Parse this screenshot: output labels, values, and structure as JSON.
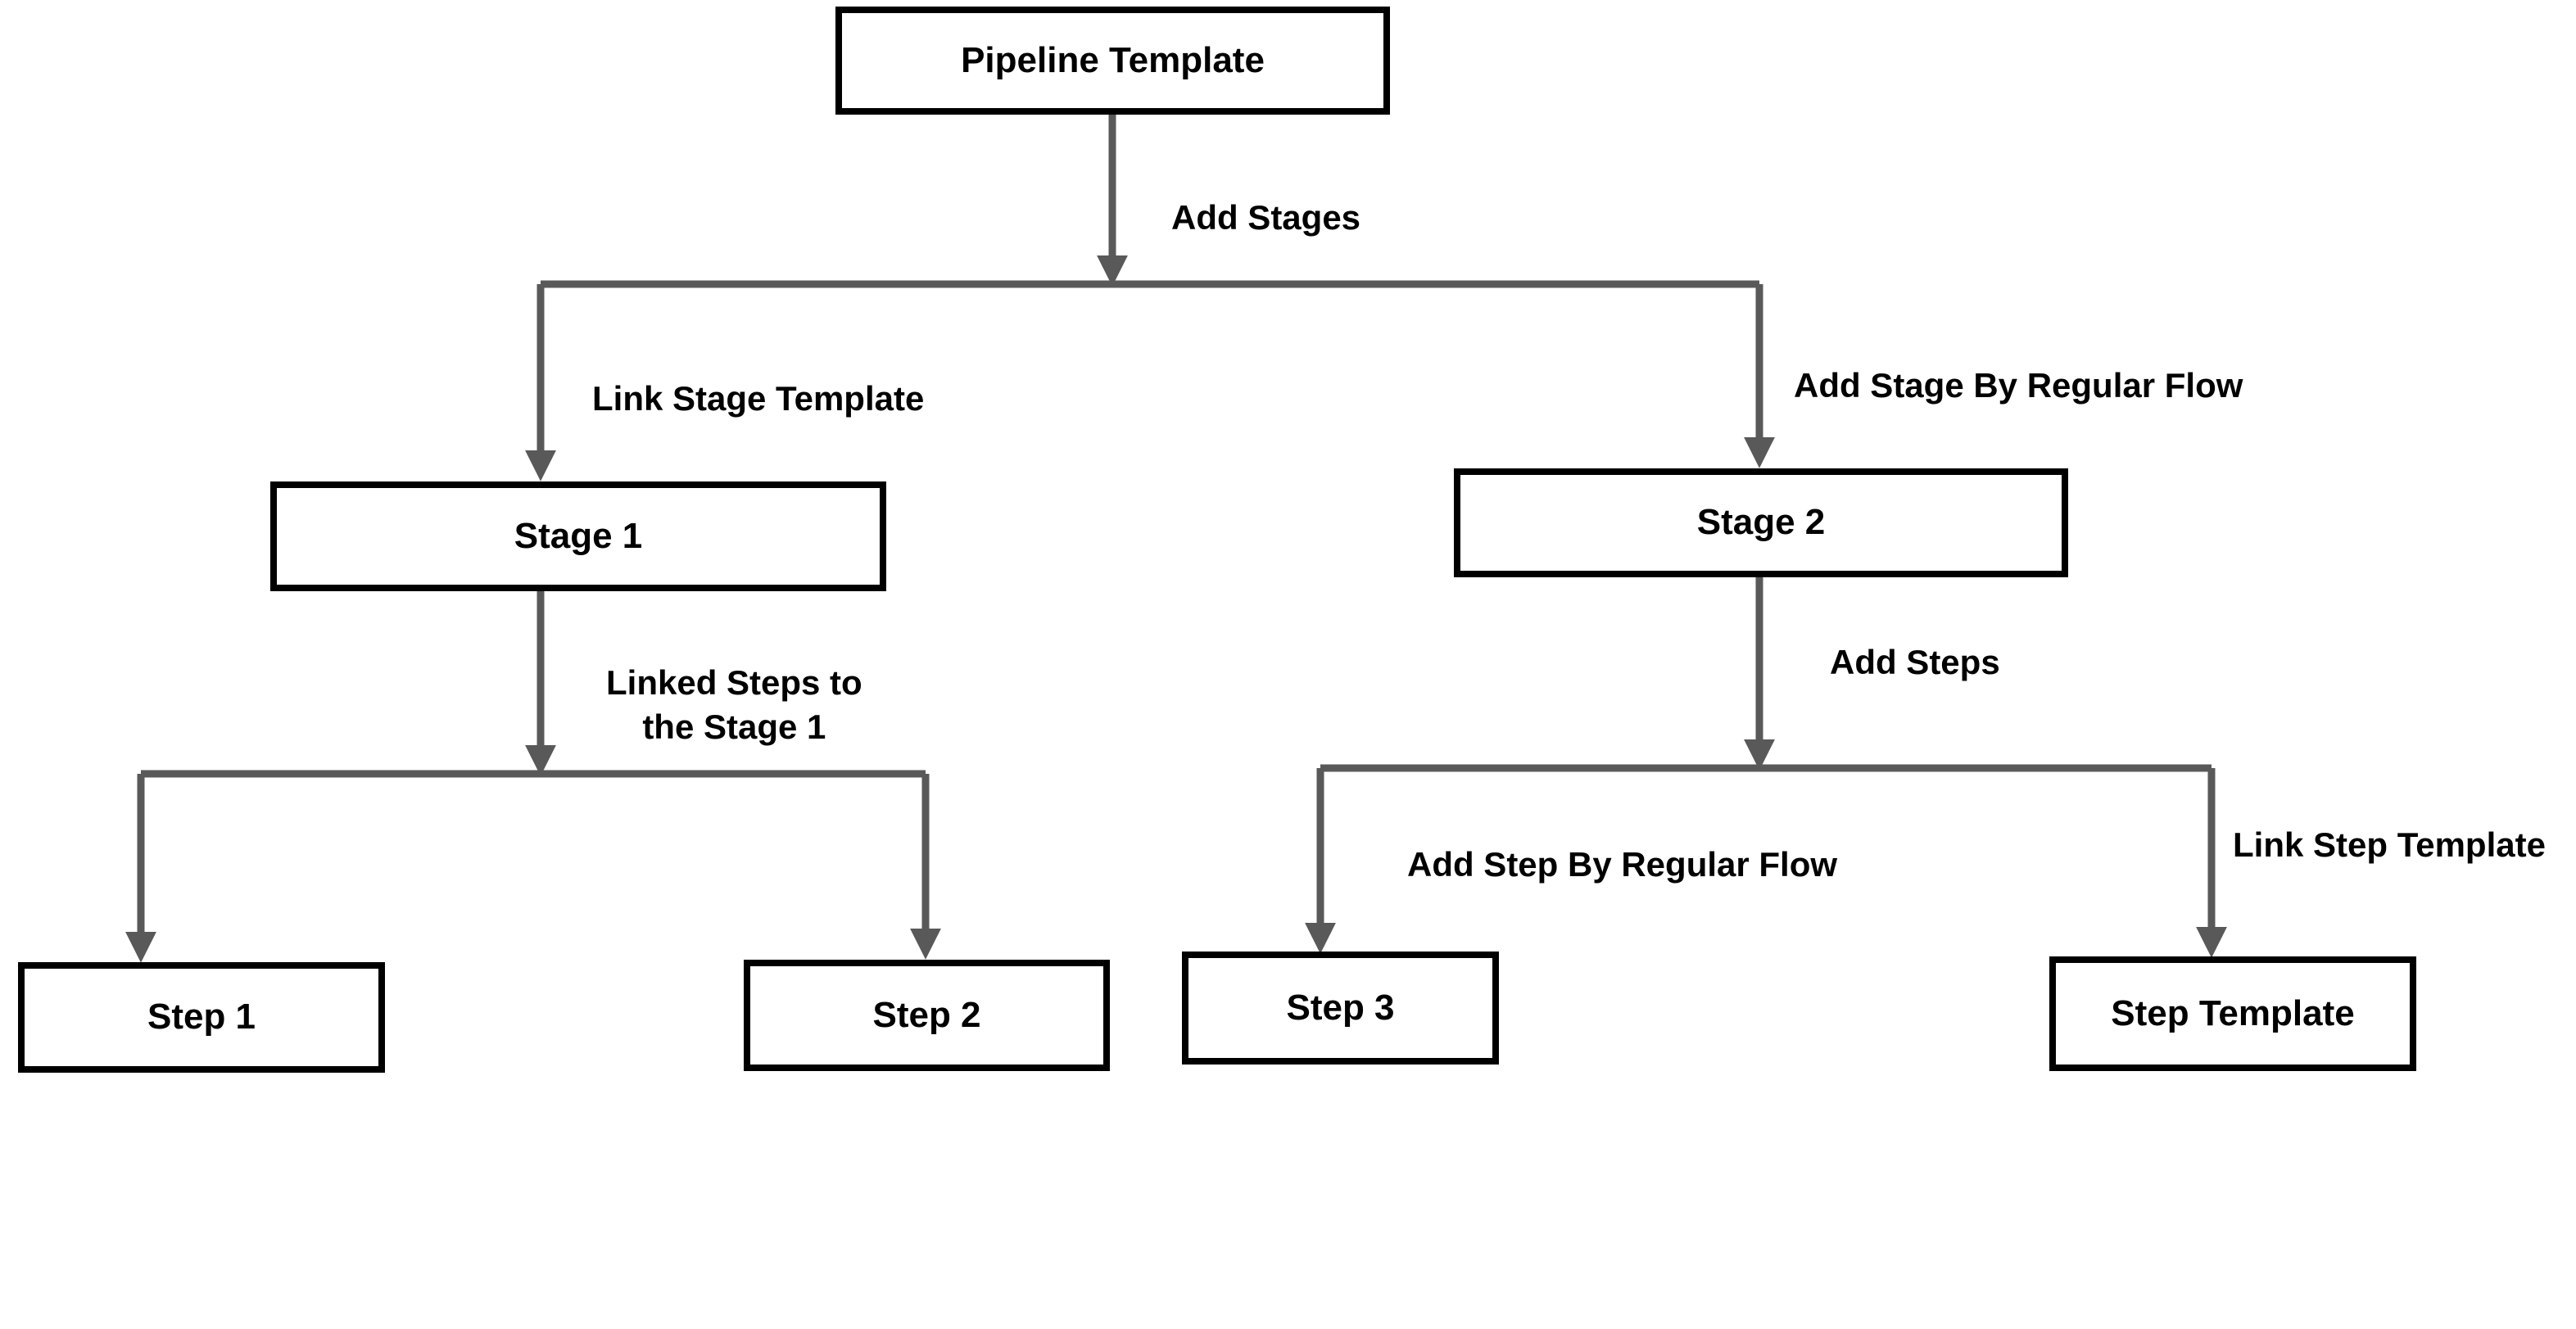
{
  "diagram": {
    "title_node": "Pipeline Template",
    "background_color": "#ffffff",
    "node_border_color": "#000000",
    "node_fill_color": "#ffffff",
    "connector_color": "#595959",
    "nodes": [
      {
        "id": "pipeline-template",
        "label": "Pipeline Template"
      },
      {
        "id": "stage-1",
        "label": "Stage 1"
      },
      {
        "id": "stage-2",
        "label": "Stage 2"
      },
      {
        "id": "step-1",
        "label": "Step 1"
      },
      {
        "id": "step-2",
        "label": "Step 2"
      },
      {
        "id": "step-3",
        "label": "Step 3"
      },
      {
        "id": "step-template",
        "label": "Step Template"
      }
    ],
    "edges": [
      {
        "id": "add-stages",
        "label": "Add Stages",
        "from": "pipeline-template",
        "to": "stage-split"
      },
      {
        "id": "link-stage-template",
        "label": "Link Stage Template",
        "from": "stage-split",
        "to": "stage-1"
      },
      {
        "id": "add-stage-by-regular-flow",
        "label": "Add Stage By Regular Flow",
        "from": "stage-split",
        "to": "stage-2"
      },
      {
        "id": "linked-steps-to-the-stage-1",
        "label": "Linked Steps to\nthe Stage 1",
        "from": "stage-1",
        "to": "step-split-left"
      },
      {
        "id": "add-steps",
        "label": "Add Steps",
        "from": "stage-2",
        "to": "step-split-right"
      },
      {
        "id": "add-step-by-regular-flow",
        "label": "Add Step By Regular Flow",
        "from": "step-split-right",
        "to": "step-3"
      },
      {
        "id": "link-step-template",
        "label": "Link Step Template",
        "from": "step-split-right",
        "to": "step-template"
      }
    ]
  }
}
